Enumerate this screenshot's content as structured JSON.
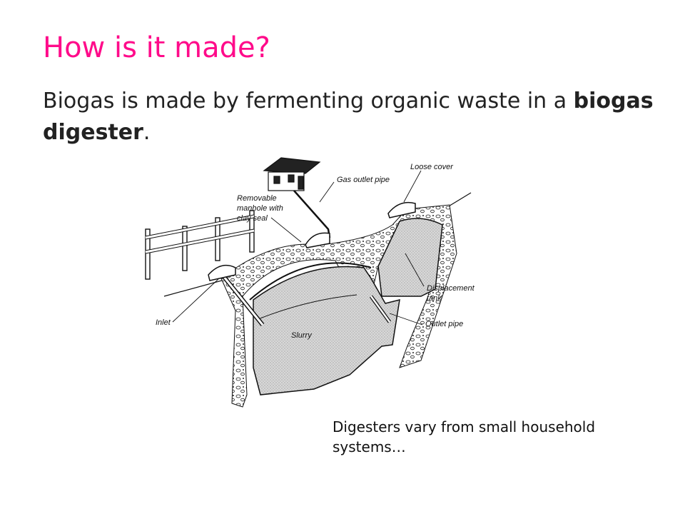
{
  "slide": {
    "title": "How is it made?",
    "body_prefix": "Biogas is made by fermenting organic waste in a ",
    "body_strong": "biogas digester",
    "body_suffix": ".",
    "caption_line1": "Digesters vary from small household",
    "caption_line2": "systems…"
  },
  "diagram": {
    "labels": {
      "gas_outlet_pipe": "Gas outlet pipe",
      "loose_cover": "Loose cover",
      "manhole_1": "Removable",
      "manhole_2": "manhole with",
      "manhole_3": "clay seal",
      "displacement_1": "Displacement",
      "displacement_2": "tank",
      "inlet": "Inlet",
      "outlet_pipe": "Outlet pipe",
      "slurry": "Slurry"
    }
  },
  "colors": {
    "title": "#ff0b8a",
    "text": "#222222"
  }
}
